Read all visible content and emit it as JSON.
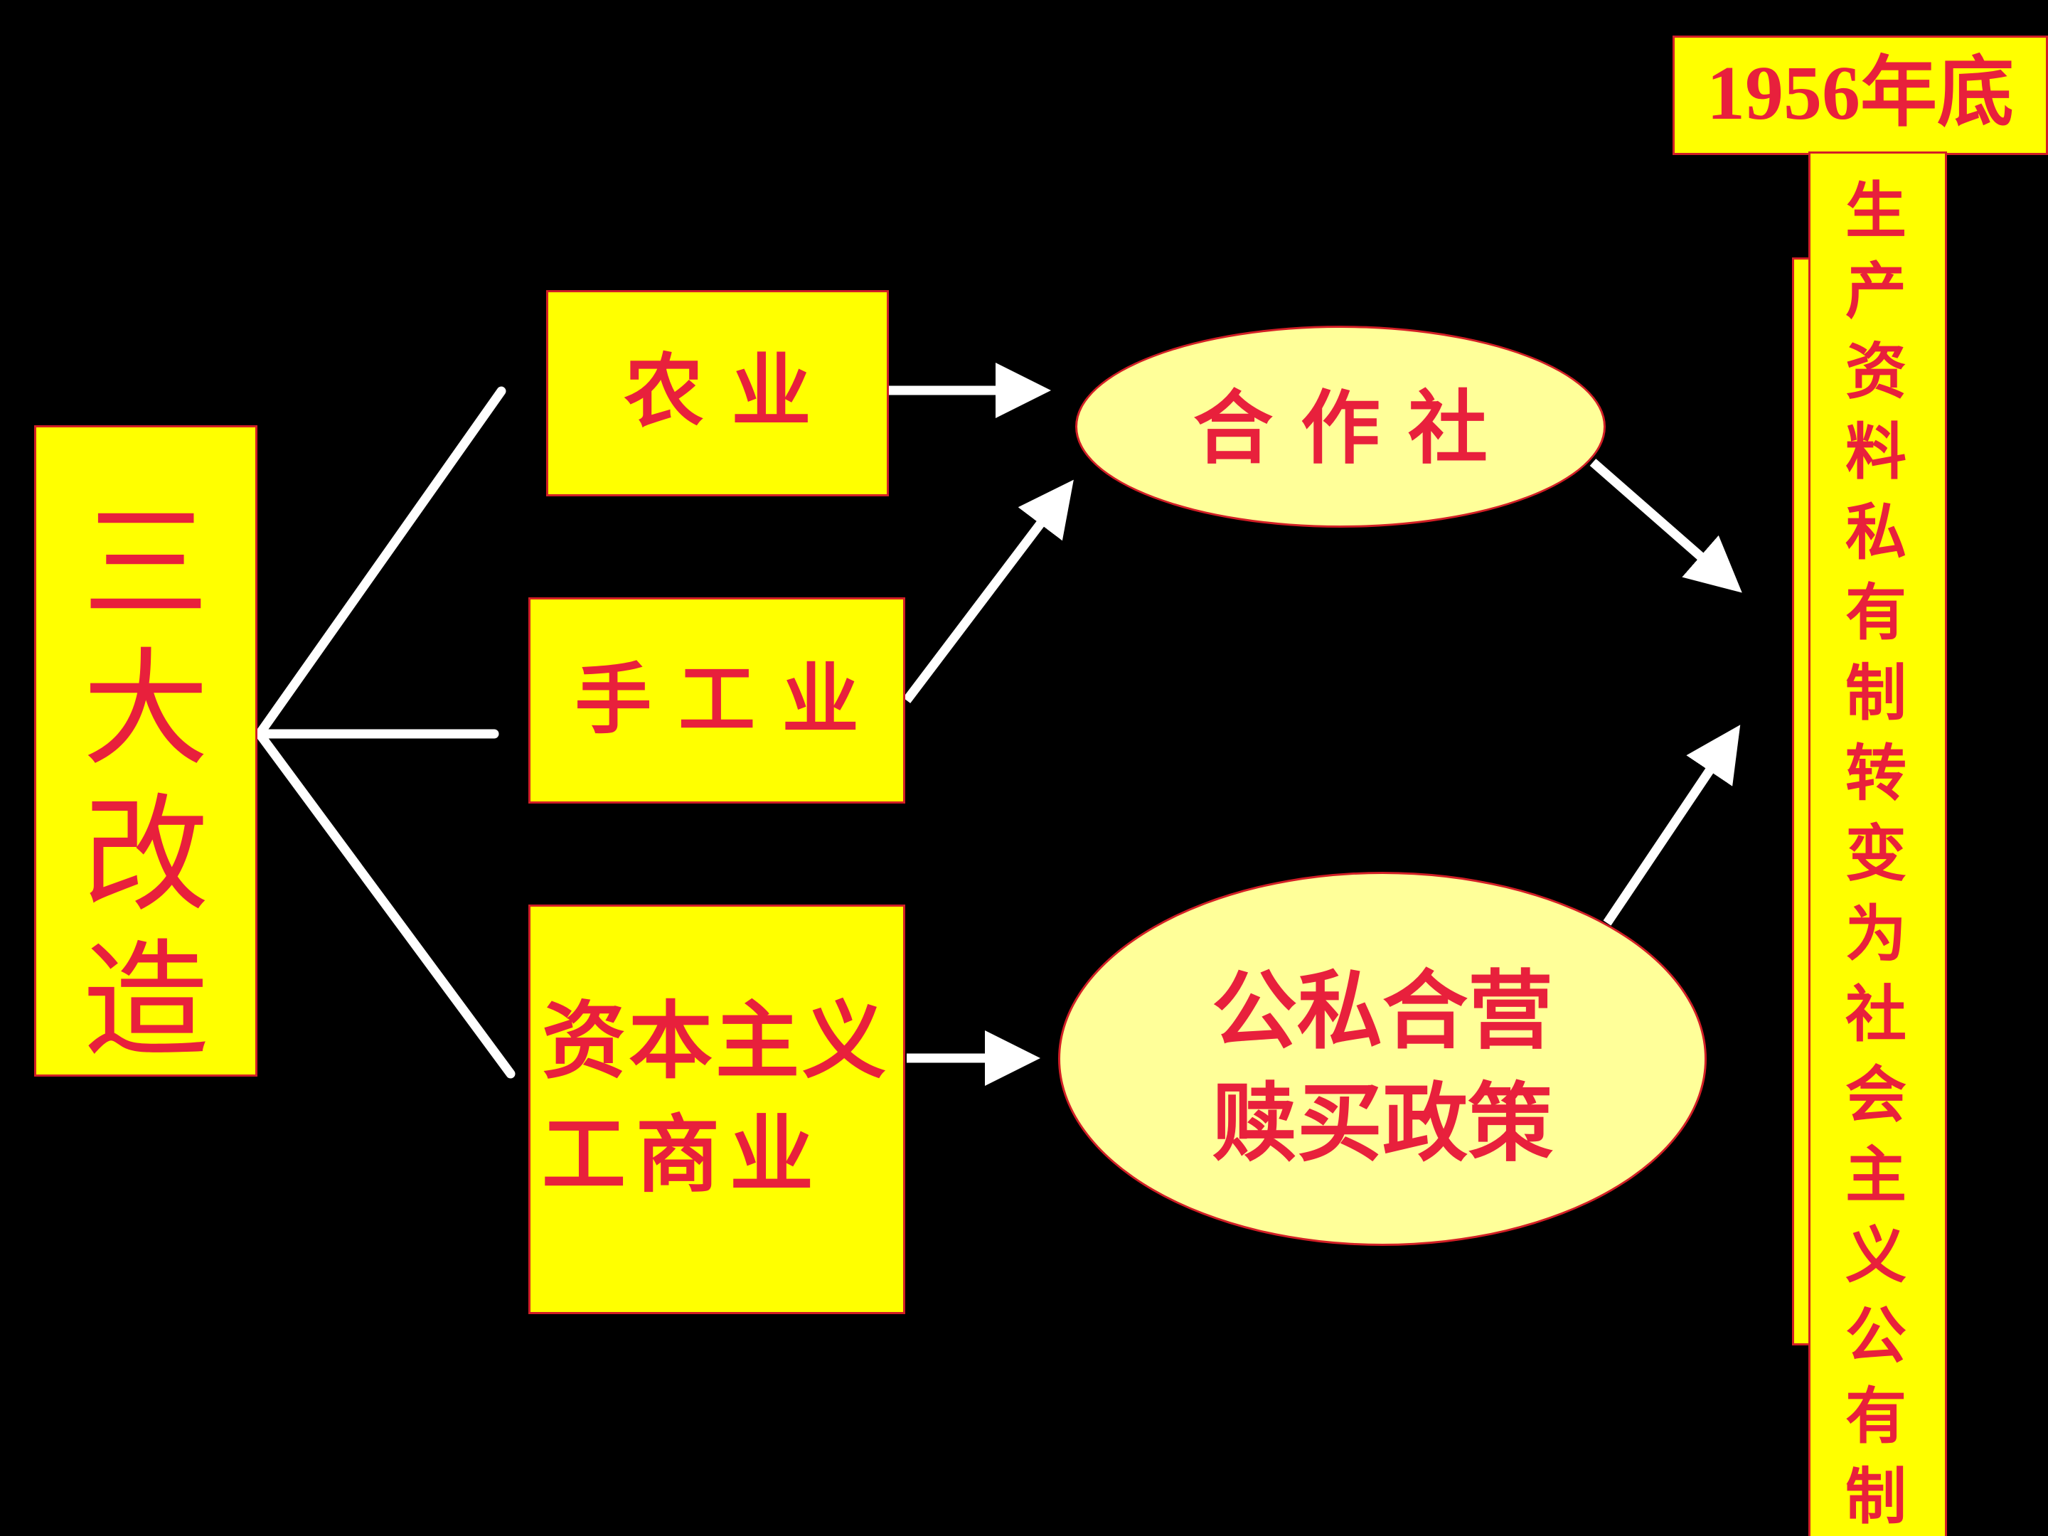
{
  "root": {
    "label": "三大改造"
  },
  "targets": {
    "agriculture": "农 业",
    "handicraft": "手 工 业",
    "capitalist_line1": "资本主义",
    "capitalist_line2": "工商业"
  },
  "methods": {
    "cooperative": "合 作 社",
    "joint_line1": "公私合营",
    "joint_line2": "赎买政策"
  },
  "result": {
    "date": "1956年底",
    "text": "生产资料私有制转变为社会主义公有制"
  },
  "colors": {
    "background": "#000000",
    "box_fill": "#ffff00",
    "ellipse_fill": "#ffff99",
    "text": "#e8203c",
    "connector": "#ffffff"
  }
}
